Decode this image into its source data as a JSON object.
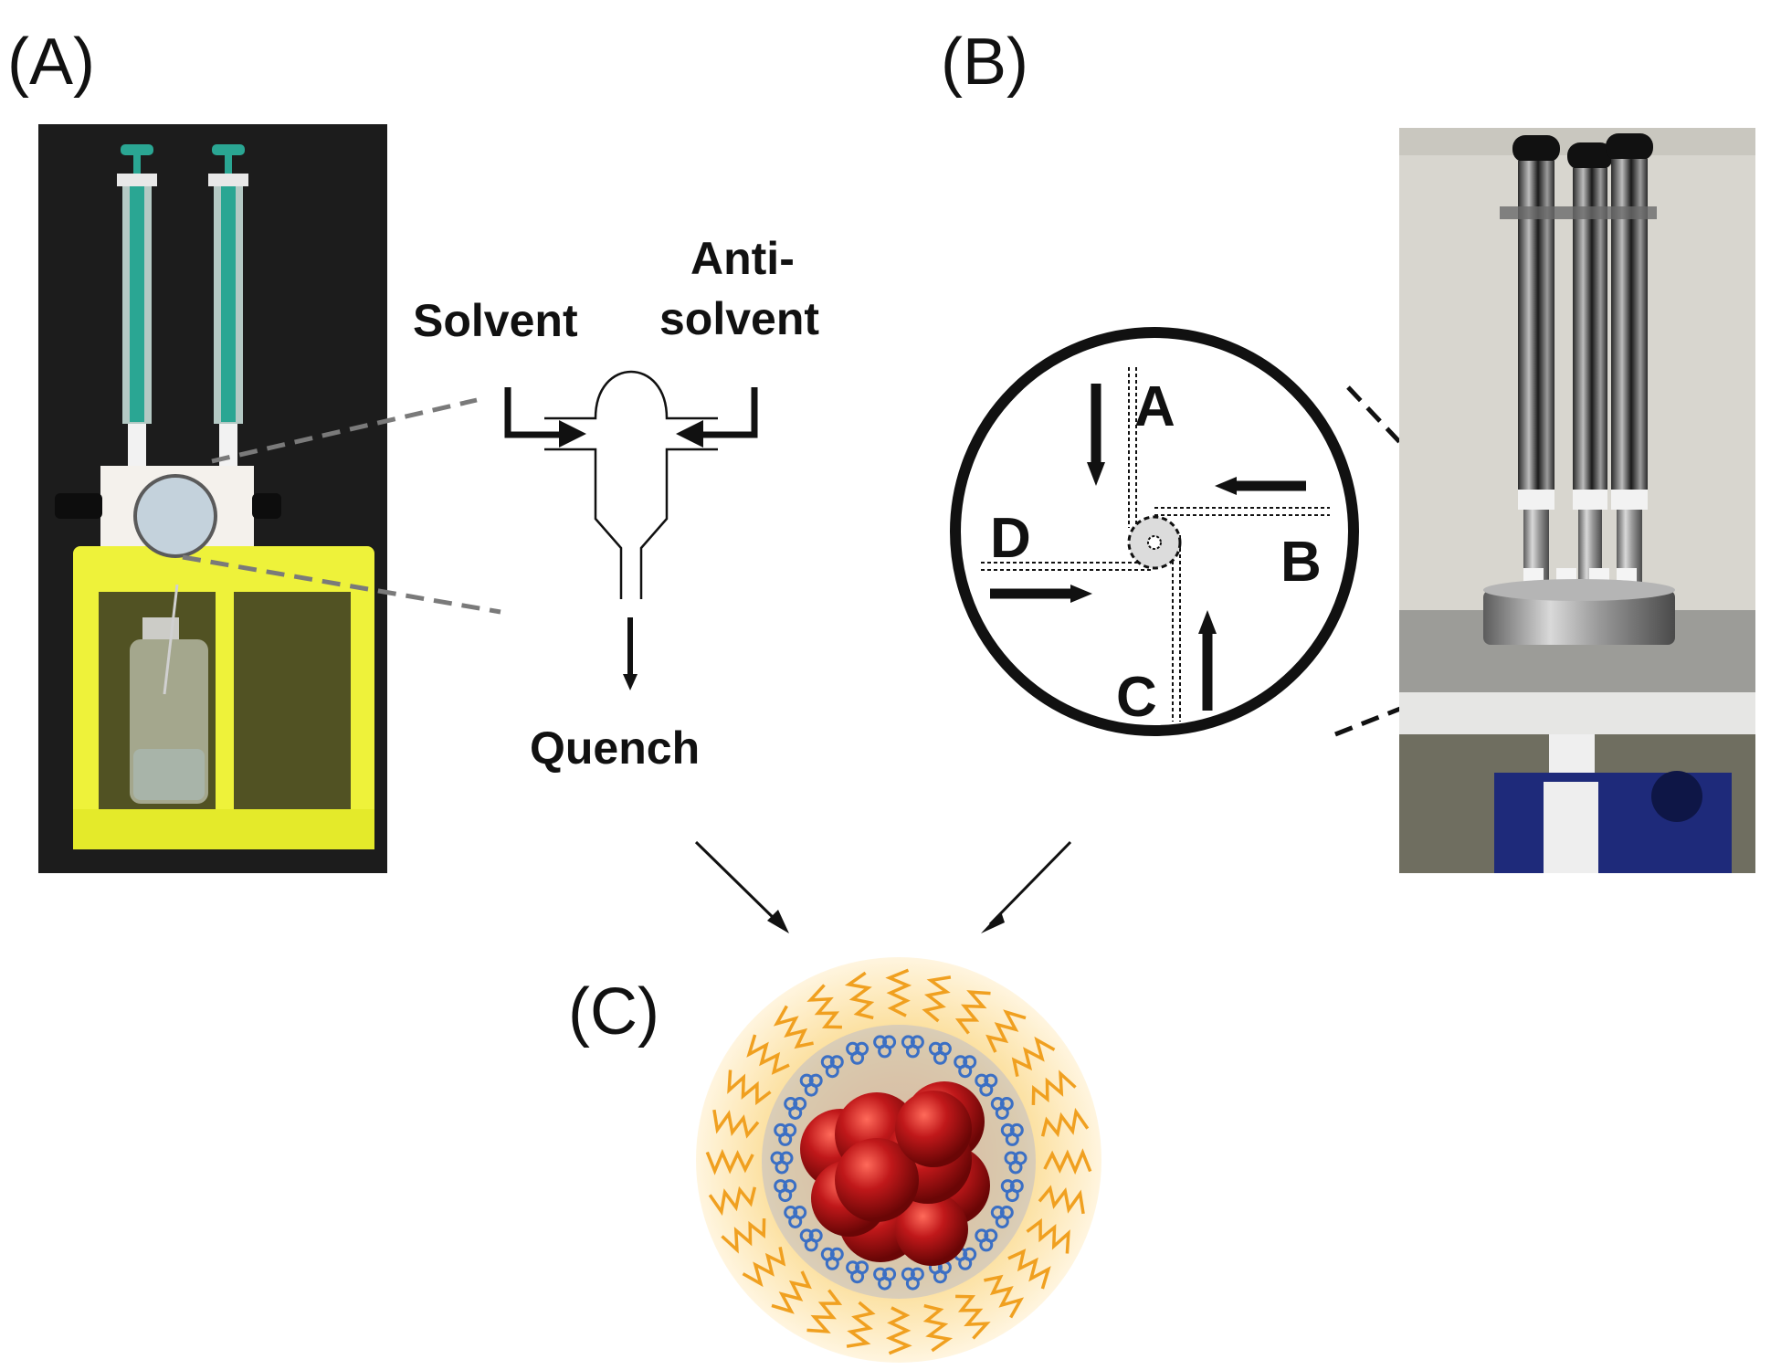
{
  "panels": {
    "a": {
      "label": "(A)"
    },
    "b": {
      "label": "(B)"
    },
    "c": {
      "label": "(C)"
    }
  },
  "diagram_a": {
    "solvent": "Solvent",
    "antisolvent_line1": "Anti-",
    "antisolvent_line2": "solvent",
    "quench": "Quench"
  },
  "diagram_b": {
    "inlet_a": "A",
    "inlet_b": "B",
    "inlet_c": "C",
    "inlet_d": "D"
  },
  "colors": {
    "photo_a_background": "#1c1c1c",
    "yellow_rack": "#eef23a",
    "syringe_teal": "#2aa693",
    "photo_b_wall": "#d8d6cf",
    "steel_gray": "#8a8a8a",
    "blue_rack": "#1e2a7a",
    "nanoparticle_core": "#c0181a",
    "stabilizer_blue": "#3b6fc4",
    "polymer_orange": "#f0a020",
    "halo_yellow": "#fbd98a"
  }
}
